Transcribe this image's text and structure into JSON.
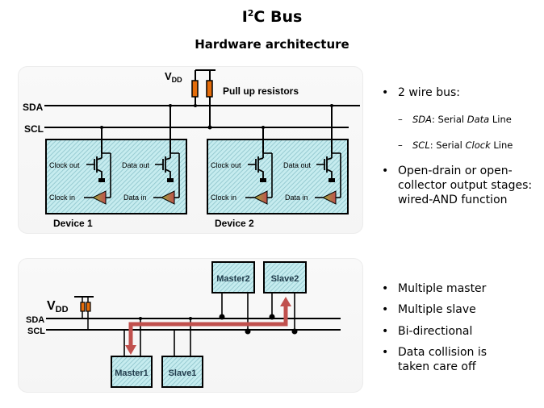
{
  "header": {
    "title_prefix": "I",
    "title_sup": "2",
    "title_suffix": "C Bus",
    "subtitle": "Hardware architecture"
  },
  "diagram_top": {
    "vdd_label": "V",
    "vdd_sub": "DD",
    "pullup_label": "Pull up resistors",
    "sda_label": "SDA",
    "scl_label": "SCL",
    "devices": [
      {
        "name": "Device 1",
        "clock_out": "Clock out",
        "clock_in": "Clock in",
        "data_out": "Data out",
        "data_in": "Data in"
      },
      {
        "name": "Device 2",
        "clock_out": "Clock out",
        "clock_in": "Clock in",
        "data_out": "Data out",
        "data_in": "Data in"
      }
    ]
  },
  "diagram_bottom": {
    "vdd_label": "V",
    "vdd_sub": "DD",
    "sda_label": "SDA",
    "scl_label": "SCL",
    "nodes": {
      "master1": "Master1",
      "slave1": "Slave1",
      "master2": "Master2",
      "slave2": "Slave2"
    }
  },
  "bullets_top": {
    "item1": "2 wire bus:",
    "sub1_abbr": "SDA",
    "sub1_pre": ":  Serial ",
    "sub1_em": "Data",
    "sub1_post": " Line",
    "sub2_abbr": "SCL",
    "sub2_pre": ":  Serial ",
    "sub2_em": "Clock",
    "sub2_post": " Line",
    "item2": "Open-drain or open-collector output stages: wired-AND function"
  },
  "bullets_bottom": {
    "items": [
      "Multiple master",
      "Multiple slave",
      "Bi-directional",
      "Data collision is taken care off"
    ]
  },
  "colors": {
    "device_fill": "#bfe9ec",
    "hatch": "#7fb8c0",
    "resistor": "#e46c0a",
    "arrow": "#c0504d"
  }
}
